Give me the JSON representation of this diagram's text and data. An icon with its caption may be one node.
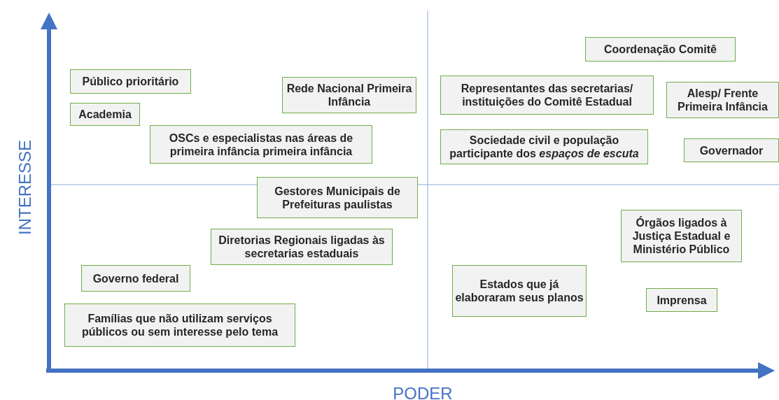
{
  "diagram": {
    "nodes": [
      {
        "text": [
          "Coordenação Comitê"
        ]
      },
      {
        "text": [
          "Público prioritário"
        ]
      },
      {
        "text": [
          "Rede Nacional Primeira Infância"
        ]
      },
      {
        "text": [
          "Representantes das secretarias/ instituições do Comitê Estadual"
        ]
      },
      {
        "text": [
          "Alesp/ Frente Primeira Infância"
        ]
      },
      {
        "text": [
          "Academia"
        ]
      },
      {
        "text": [
          "OSCs e especialistas nas áreas de primeira infância primeira infância"
        ]
      },
      {
        "text": [
          "Sociedade civil e população participante dos *espaços de escuta*"
        ]
      },
      {
        "text": [
          "Governador"
        ]
      },
      {
        "text": [
          "Gestores Municipais de Prefeituras paulistas"
        ]
      },
      {
        "text": [
          "Órgãos ligados à Justiça Estadual e Ministério Público"
        ]
      },
      {
        "text": [
          "Diretorias Regionais ligadas às secretarias estaduais"
        ]
      },
      {
        "text": [
          "Governo federal"
        ]
      },
      {
        "text": [
          "Estados que já elaboraram seus planos"
        ]
      },
      {
        "text": [
          "Imprensa"
        ]
      },
      {
        "text": [
          "Famílias que não utilizam serviços públicos ou sem interesse pelo tema"
        ]
      }
    ],
    "edges": [],
    "labels": [
      "INTERESSE",
      "PODER"
    ]
  }
}
